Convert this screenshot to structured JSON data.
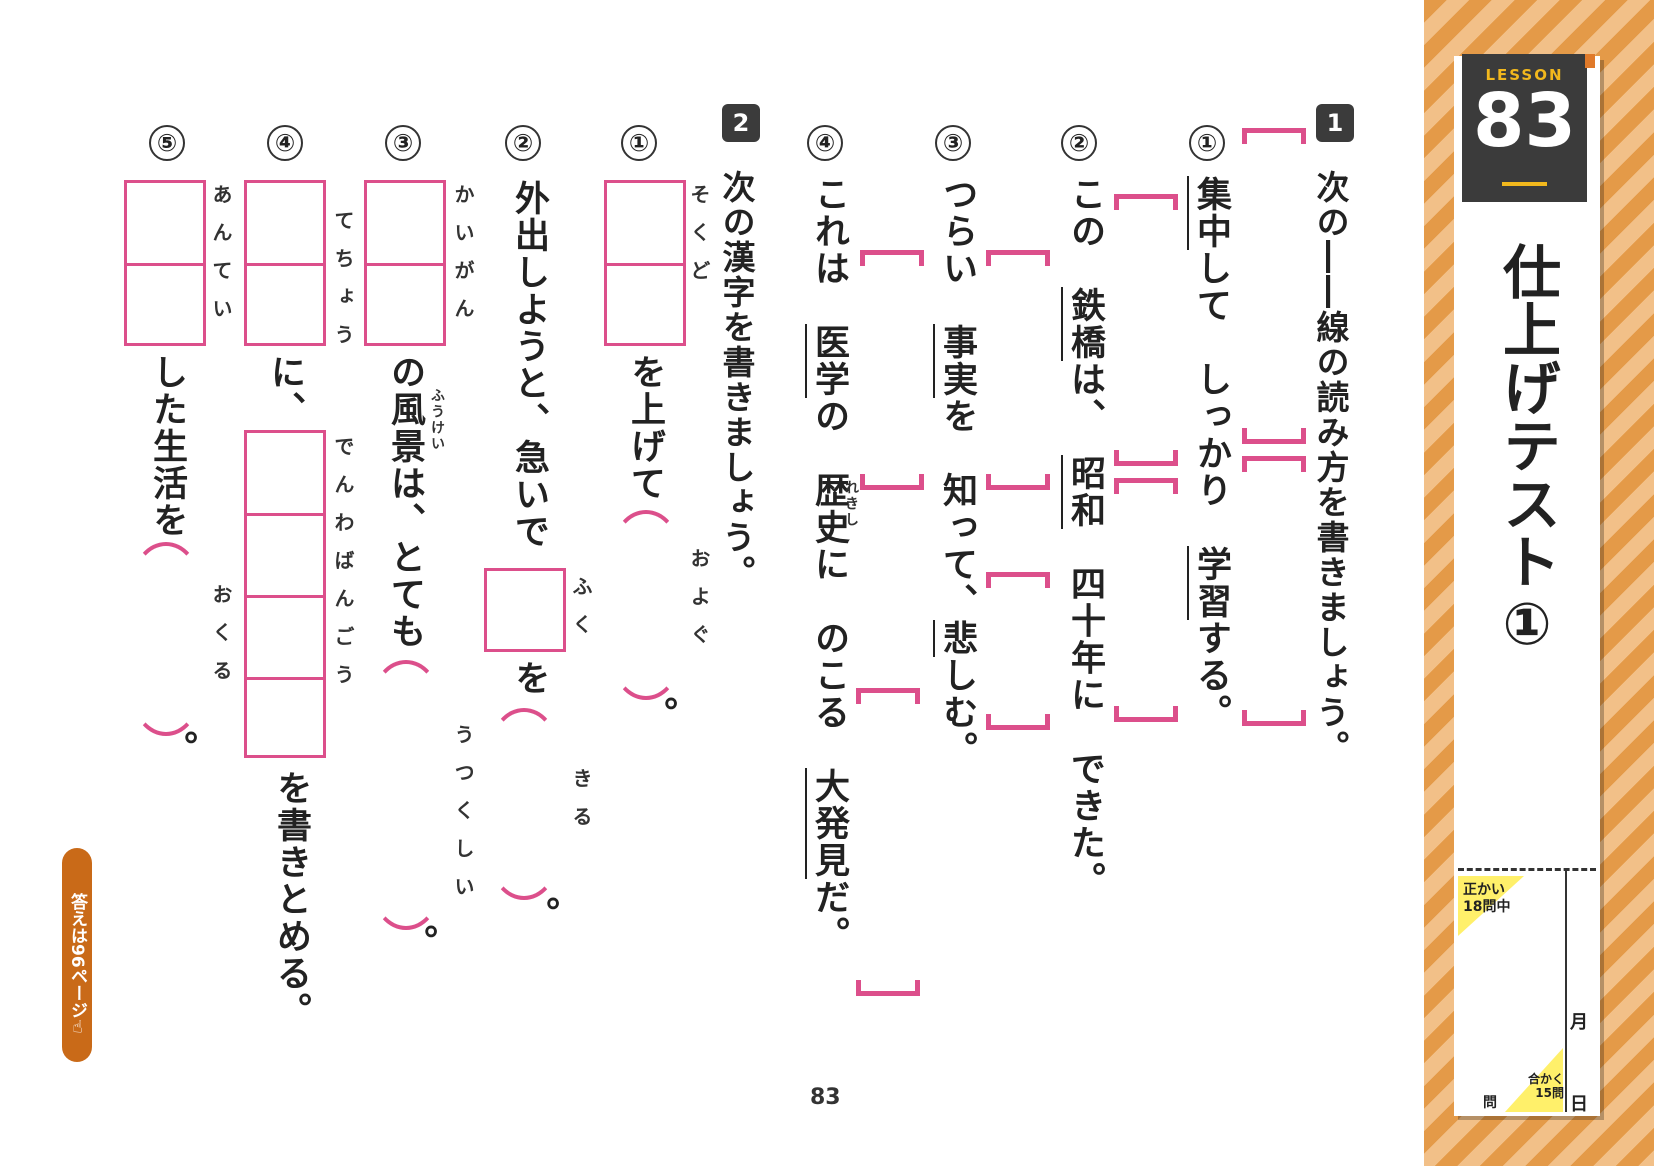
{
  "lesson": {
    "word": "LESSON",
    "number": "83"
  },
  "title": "仕上げテスト①",
  "score": {
    "correct_label_1": "正かい",
    "correct_label_2": "18問中",
    "pass_label_1": "合かく",
    "pass_label_2": "15問",
    "unit_q": "問",
    "month": "月",
    "day": "日"
  },
  "section1": {
    "badge": "1",
    "instruction": "次の――線の読み方を書きましょう。",
    "items": [
      {
        "num": "①",
        "parts": [
          "集中",
          "して　しっかり　",
          "学習",
          "する。"
        ]
      },
      {
        "num": "②",
        "parts": [
          "この　",
          "鉄橋",
          "は、　",
          "昭和",
          "　四十年に　できた。"
        ]
      },
      {
        "num": "③",
        "parts": [
          "つらい　",
          "事実",
          "を　知って、",
          "悲",
          "しむ。"
        ]
      },
      {
        "num": "④",
        "parts": [
          "これは　",
          "医学",
          "の　",
          "歴史",
          "に　のこる　",
          "大発見",
          "だ。"
        ],
        "ruby": "れきし"
      }
    ]
  },
  "section2": {
    "badge": "2",
    "instruction": "次の漢字を書きましょう。",
    "items": [
      {
        "num": "①",
        "ruby1": "そくど",
        "after1": "を上げて",
        "ruby2": "およぐ",
        "end": "。"
      },
      {
        "num": "②",
        "before": "外出しようと、急いで",
        "ruby1": "ふく",
        "mid": "を",
        "ruby2": "きる",
        "end": "。"
      },
      {
        "num": "③",
        "ruby1": "かいがん",
        "after1": "の風景は、とても",
        "ruby_small": "ふうけい",
        "ruby2": "うつくしい",
        "end": "。"
      },
      {
        "num": "④",
        "ruby1": "てちょう",
        "after1": "に、",
        "ruby2": "でんわばんごう",
        "end": "を書きとめる。"
      },
      {
        "num": "⑤",
        "ruby1": "あんてい",
        "after1": "した生活を",
        "ruby2": "おくる",
        "end": "。"
      }
    ]
  },
  "answer_tag": "答えは96ページ☜",
  "page_number": "83"
}
